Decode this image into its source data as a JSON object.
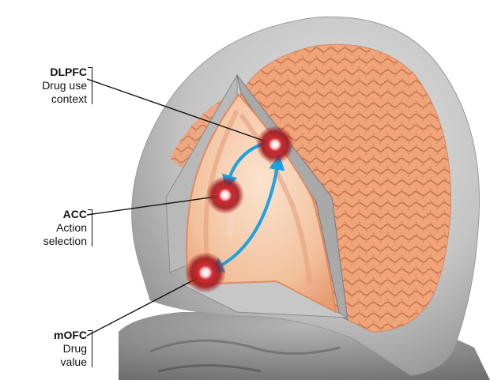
{
  "regions": [
    {
      "id": "dlpfc",
      "name": "DLPFC",
      "description_lines": [
        "Drug use",
        "context"
      ]
    },
    {
      "id": "acc",
      "name": "ACC",
      "description_lines": [
        "Action",
        "selection"
      ]
    },
    {
      "id": "mofc",
      "name": "mOFC",
      "description_lines": [
        "Drug",
        "value"
      ]
    }
  ],
  "colors": {
    "arrow": "#1ba3e0",
    "hotspot": "#c0171f",
    "brain": "#f0a77e",
    "head": "#c9c9c9",
    "label_text": "#111111"
  }
}
